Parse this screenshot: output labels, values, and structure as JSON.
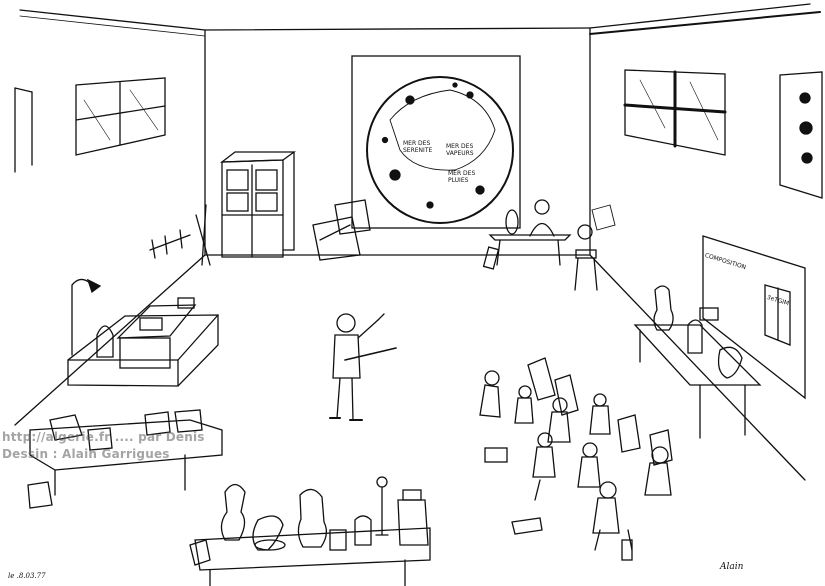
{
  "moon_map": {
    "labels": [
      "MER DES SERENITE",
      "MER DES VAPEURS",
      "MER DES PLUIES"
    ]
  },
  "board": {
    "labels": [
      "COMPOSITION",
      "3eTGIM"
    ]
  },
  "watermark": {
    "line1": "http://algerie.fr .... par Denis",
    "line2": "Dessin : Alain Garrigues"
  },
  "date_signature": "le .8.03.77",
  "artist_signature": "Alain",
  "colors": {
    "ink": "#111111",
    "paper": "#ffffff",
    "watermark": "#888888"
  }
}
